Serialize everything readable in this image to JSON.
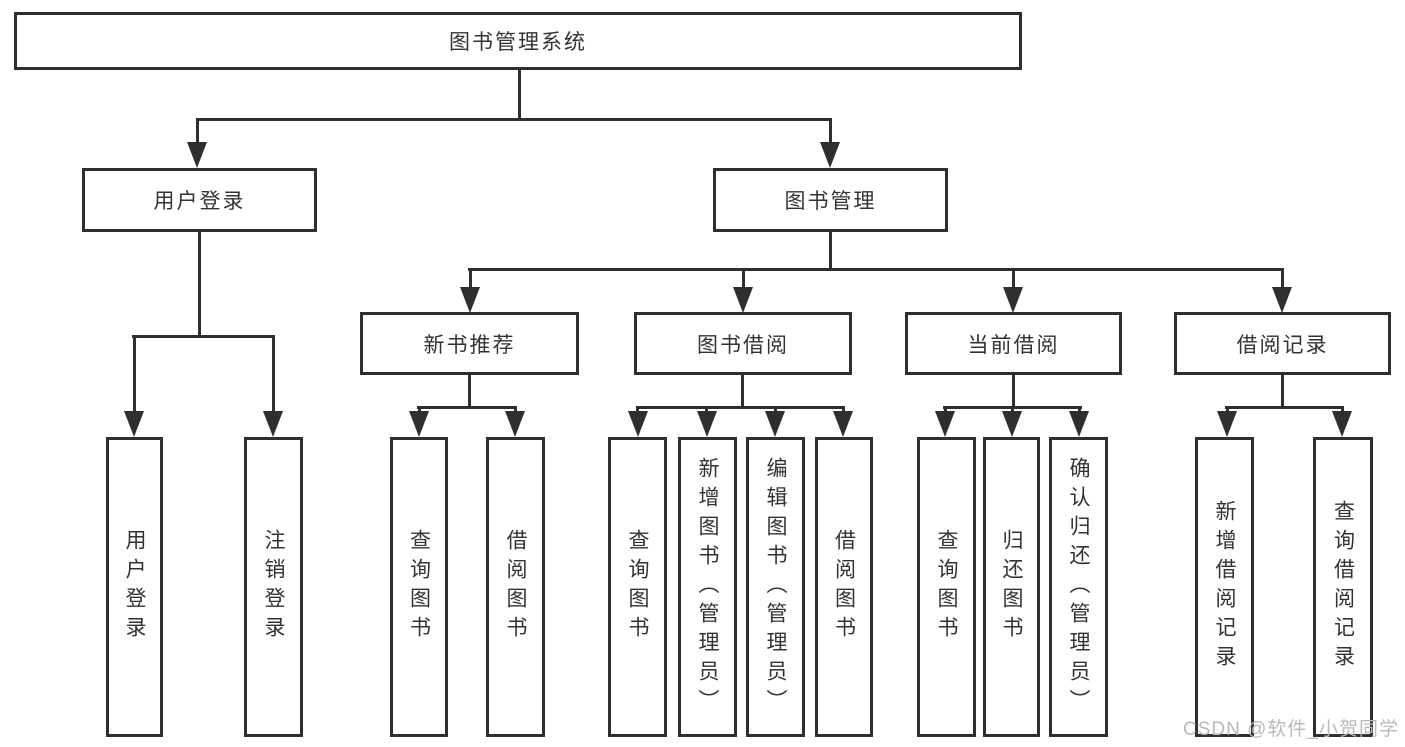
{
  "watermark": "CSDN @软件_小贺同学",
  "colors": {
    "line": "#2f2f2f",
    "text": "#333333",
    "box_bg": "#ffffff",
    "watermark": "#b9b9b9"
  },
  "tree": {
    "label": "图书管理系统",
    "children": [
      {
        "label": "用户登录",
        "children": [
          {
            "label": "用户登录"
          },
          {
            "label": "注销登录"
          }
        ]
      },
      {
        "label": "图书管理",
        "children": [
          {
            "label": "新书推荐",
            "children": [
              {
                "label": "查询图书"
              },
              {
                "label": "借阅图书"
              }
            ]
          },
          {
            "label": "图书借阅",
            "children": [
              {
                "label": "查询图书"
              },
              {
                "label": "新增图书（管理员）"
              },
              {
                "label": "编辑图书（管理员）"
              },
              {
                "label": "借阅图书"
              }
            ]
          },
          {
            "label": "当前借阅",
            "children": [
              {
                "label": "查询图书"
              },
              {
                "label": "归还图书"
              },
              {
                "label": "确认归还（管理员）"
              }
            ]
          },
          {
            "label": "借阅记录",
            "children": [
              {
                "label": "新增借阅记录"
              },
              {
                "label": "查询借阅记录"
              }
            ]
          }
        ]
      }
    ]
  }
}
